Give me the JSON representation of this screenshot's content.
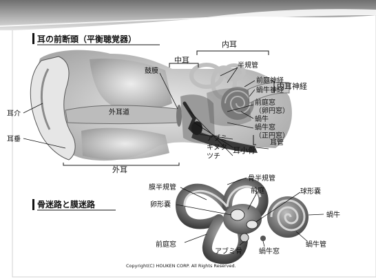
{
  "section_titles": {
    "top": "耳の前断頭（平衡聴覚器）",
    "bottom": "骨迷路と膜迷路"
  },
  "ear_regions": {
    "inner_ear": "内耳",
    "middle_ear": "中耳",
    "outer_ear": "外耳"
  },
  "top_labels": {
    "semicircular_canals": "半規管",
    "eardrum": "鼓膜",
    "vestibular_nerve": "前庭神経",
    "cochlear_nerve": "蝸牛神経",
    "inner_ear_nerve": "内耳神経",
    "oval_window": "前庭窓",
    "oval_window_alt": "（卵円窓）",
    "cochlea": "蝸牛",
    "round_window": "蝸牛窓",
    "round_window_alt": "（正円窓）",
    "auricle": "耳介",
    "ear_canal": "外耳道",
    "earlobe": "耳垂",
    "stapes": "アブミ",
    "incus": "キヌタ",
    "malleus": "ツチ",
    "ossicles": "耳小骨",
    "eustachian_tube": "耳管"
  },
  "bottom_labels": {
    "bony_semicircular_canals": "骨半規管",
    "membranous_semicircular_ducts": "膜半規管",
    "vestibule": "前庭",
    "saccule": "球形嚢",
    "utricle": "卵形嚢",
    "cochlea": "蝸牛",
    "oval_window": "前庭窓",
    "stapes": "アブミ骨",
    "round_window": "蝸牛窓",
    "cochlear_duct": "蝸牛管"
  },
  "copyright": "Copyright(C) HOUKEN CORP. All Rights Reserved.",
  "colors": {
    "slide_header_top": "#7d7d7d",
    "slide_header_bottom": "#dcdcdc",
    "ink": "#111111",
    "tissue_light": "#d9d9d9",
    "tissue_mid": "#a8a8a8",
    "tissue_dark": "#4a4a4a"
  }
}
